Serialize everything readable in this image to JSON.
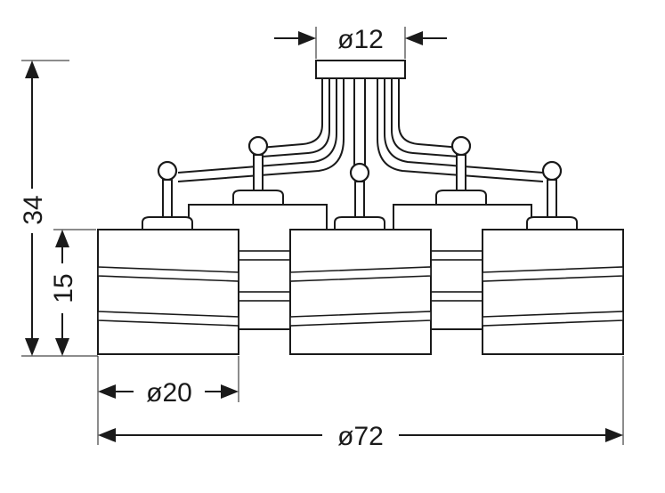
{
  "dimensions": {
    "canopy_diameter": "ø12",
    "shade_diameter": "ø20",
    "overall_diameter": "ø72",
    "total_height": "34",
    "shade_height": "15"
  },
  "colors": {
    "line": "#1a1a1a",
    "background": "#ffffff"
  }
}
